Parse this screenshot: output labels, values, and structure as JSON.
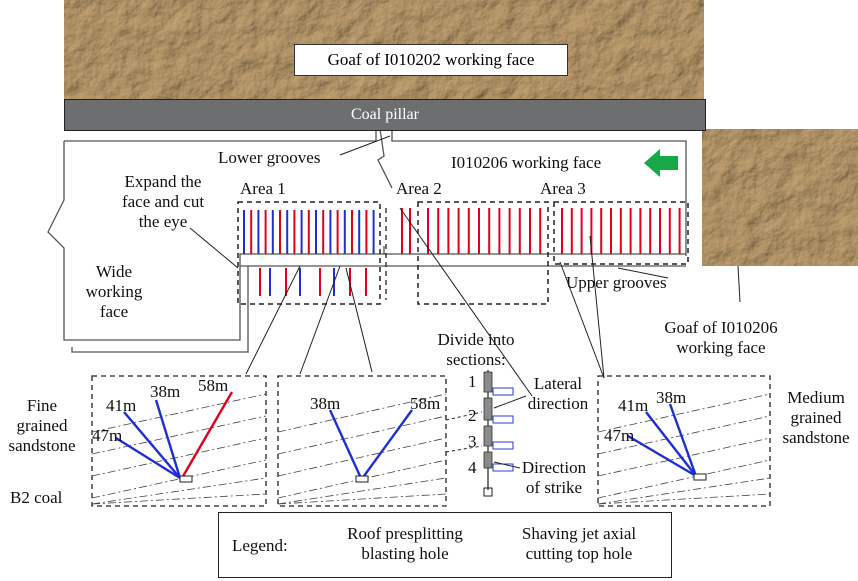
{
  "top_goaf_label": "Goaf of I010202 working face",
  "coal_pillar_label": "Coal pillar",
  "lower_grooves_label": "Lower grooves",
  "working_face_label": "I010206 working face",
  "expand_label": [
    "Expand the",
    "face and cut",
    "the eye"
  ],
  "wide_face_label": [
    "Wide",
    "working",
    "face"
  ],
  "area_labels": [
    "Area 1",
    "Area 2",
    "Area 3"
  ],
  "upper_grooves_label": "Upper grooves",
  "right_goaf_label": [
    "Goaf of I010206",
    "working face"
  ],
  "divide_label": [
    "Divide into",
    "sections:"
  ],
  "section_numbers": [
    "1",
    "2",
    "3",
    "4"
  ],
  "lateral_label": [
    "Lateral",
    "direction"
  ],
  "strike_label": [
    "Direction",
    "of strike"
  ],
  "fine_sandstone_label": [
    "Fine",
    "grained",
    "sandstone"
  ],
  "b2_coal_label": "B2 coal",
  "medium_sandstone_label": [
    "Medium",
    "grained",
    "sandstone"
  ],
  "panel1_lengths": [
    "41m",
    "38m",
    "58m",
    "47m"
  ],
  "panel2_lengths": [
    "38m",
    "58m"
  ],
  "panel3_lengths": [
    "41m",
    "38m",
    "47m"
  ],
  "legend": {
    "title": "Legend:",
    "red_label": [
      "Roof presplitting",
      "blasting hole"
    ],
    "blue_label": [
      "Shaving jet axial",
      "cutting top hole"
    ]
  },
  "colors": {
    "red_hole": "#e3001b",
    "blue_hole": "#1f2fd6",
    "arrow": "#17a84a",
    "pillar": "#6d6e70",
    "rock": "#a88657"
  }
}
